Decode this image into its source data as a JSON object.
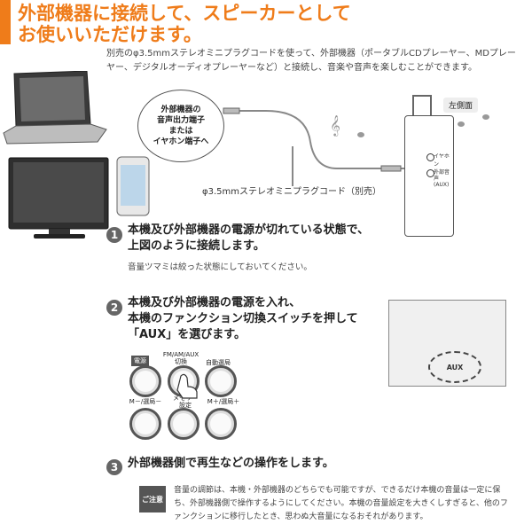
{
  "title": {
    "line1": "外部機器に接続して、スピーカーとして",
    "line2": "お使いいただけます。"
  },
  "intro": "別売のφ3.5mmステレオミニプラグコードを使って、外部機器（ポータブルCDプレーヤー、MDプレーヤー、デジタルオーディオプレーヤーなど）と接続し、音楽や音声を楽しむことができます。",
  "diagram": {
    "callout": "外部機器の\n音声出力端子\nまたは\nイヤホン端子へ",
    "cable_label": "φ3.5mmステレオミニプラグコード（別売）",
    "side_label": "左側面",
    "jack_earphone": "イヤホン",
    "jack_aux": "外部音声\n(AUX)"
  },
  "steps": [
    {
      "num": "1",
      "text": "本機及び外部機器の電源が切れている状態で、\n上図のように接続します。",
      "note": "音量ツマミは絞った状態にしておいてください。"
    },
    {
      "num": "2",
      "text": "本機及び外部機器の電源を入れ、\n本機のファンクション切換スイッチを押して\n「AUX」を選びます。"
    },
    {
      "num": "3",
      "text": "外部機器側で再生などの操作をします。"
    }
  ],
  "control_panel": {
    "power": "電源",
    "fm_am_aux": "FM/AM/AUX\n切換",
    "auto_tune": "自動選局",
    "m_minus": "M－/選局－",
    "memory": "メモリー\n設定",
    "m_plus": "M＋/選局＋"
  },
  "screen_label": "AUX",
  "notice": {
    "tag": "ご注意",
    "text": "音量の調節は、本機・外部機器のどちらでも可能ですが、できるだけ本機の音量は一定に保ち、外部機器側で操作するようにしてください。本機の音量設定を大きくしすぎると、他のファンクションに移行したとき、思わぬ大音量になるおそれがあります。"
  }
}
